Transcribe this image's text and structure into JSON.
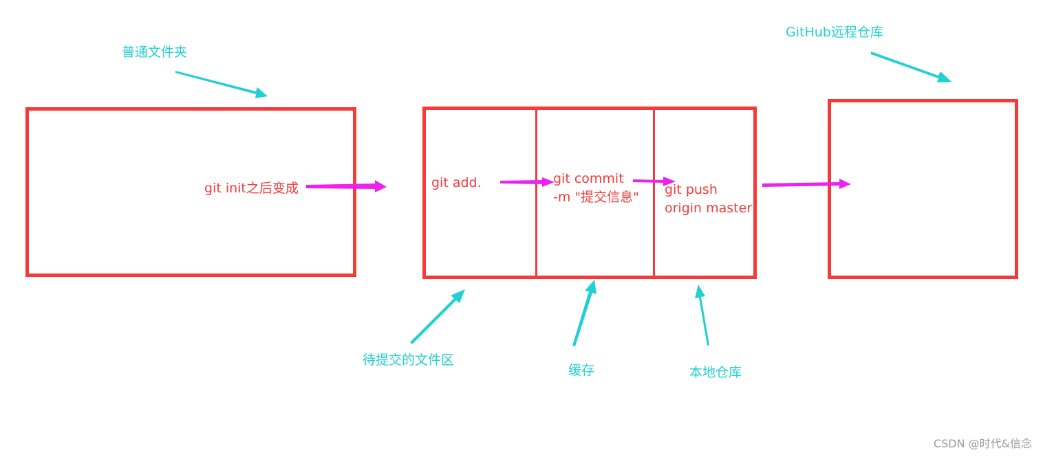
{
  "labels": {
    "plain_folder": "普通文件夹",
    "github_remote": "GitHub远程仓库",
    "git_init": "git init之后变成",
    "git_add": "git add.",
    "git_commit_line1": "git commit",
    "git_commit_line2": "-m \"提交信息\"",
    "git_push_line1": "git push",
    "git_push_line2": "origin master",
    "staging_files": "待提交的文件区",
    "cache": "缓存",
    "local_repo": "本地仓库"
  },
  "watermark": "CSDN @时代&信念",
  "colors": {
    "box": "#f53a3a",
    "command_text": "#f53a3a",
    "annotation_text": "#22cfd1",
    "magenta_arrow": "#ee22ee",
    "cyan_arrow": "#22cfd1"
  }
}
